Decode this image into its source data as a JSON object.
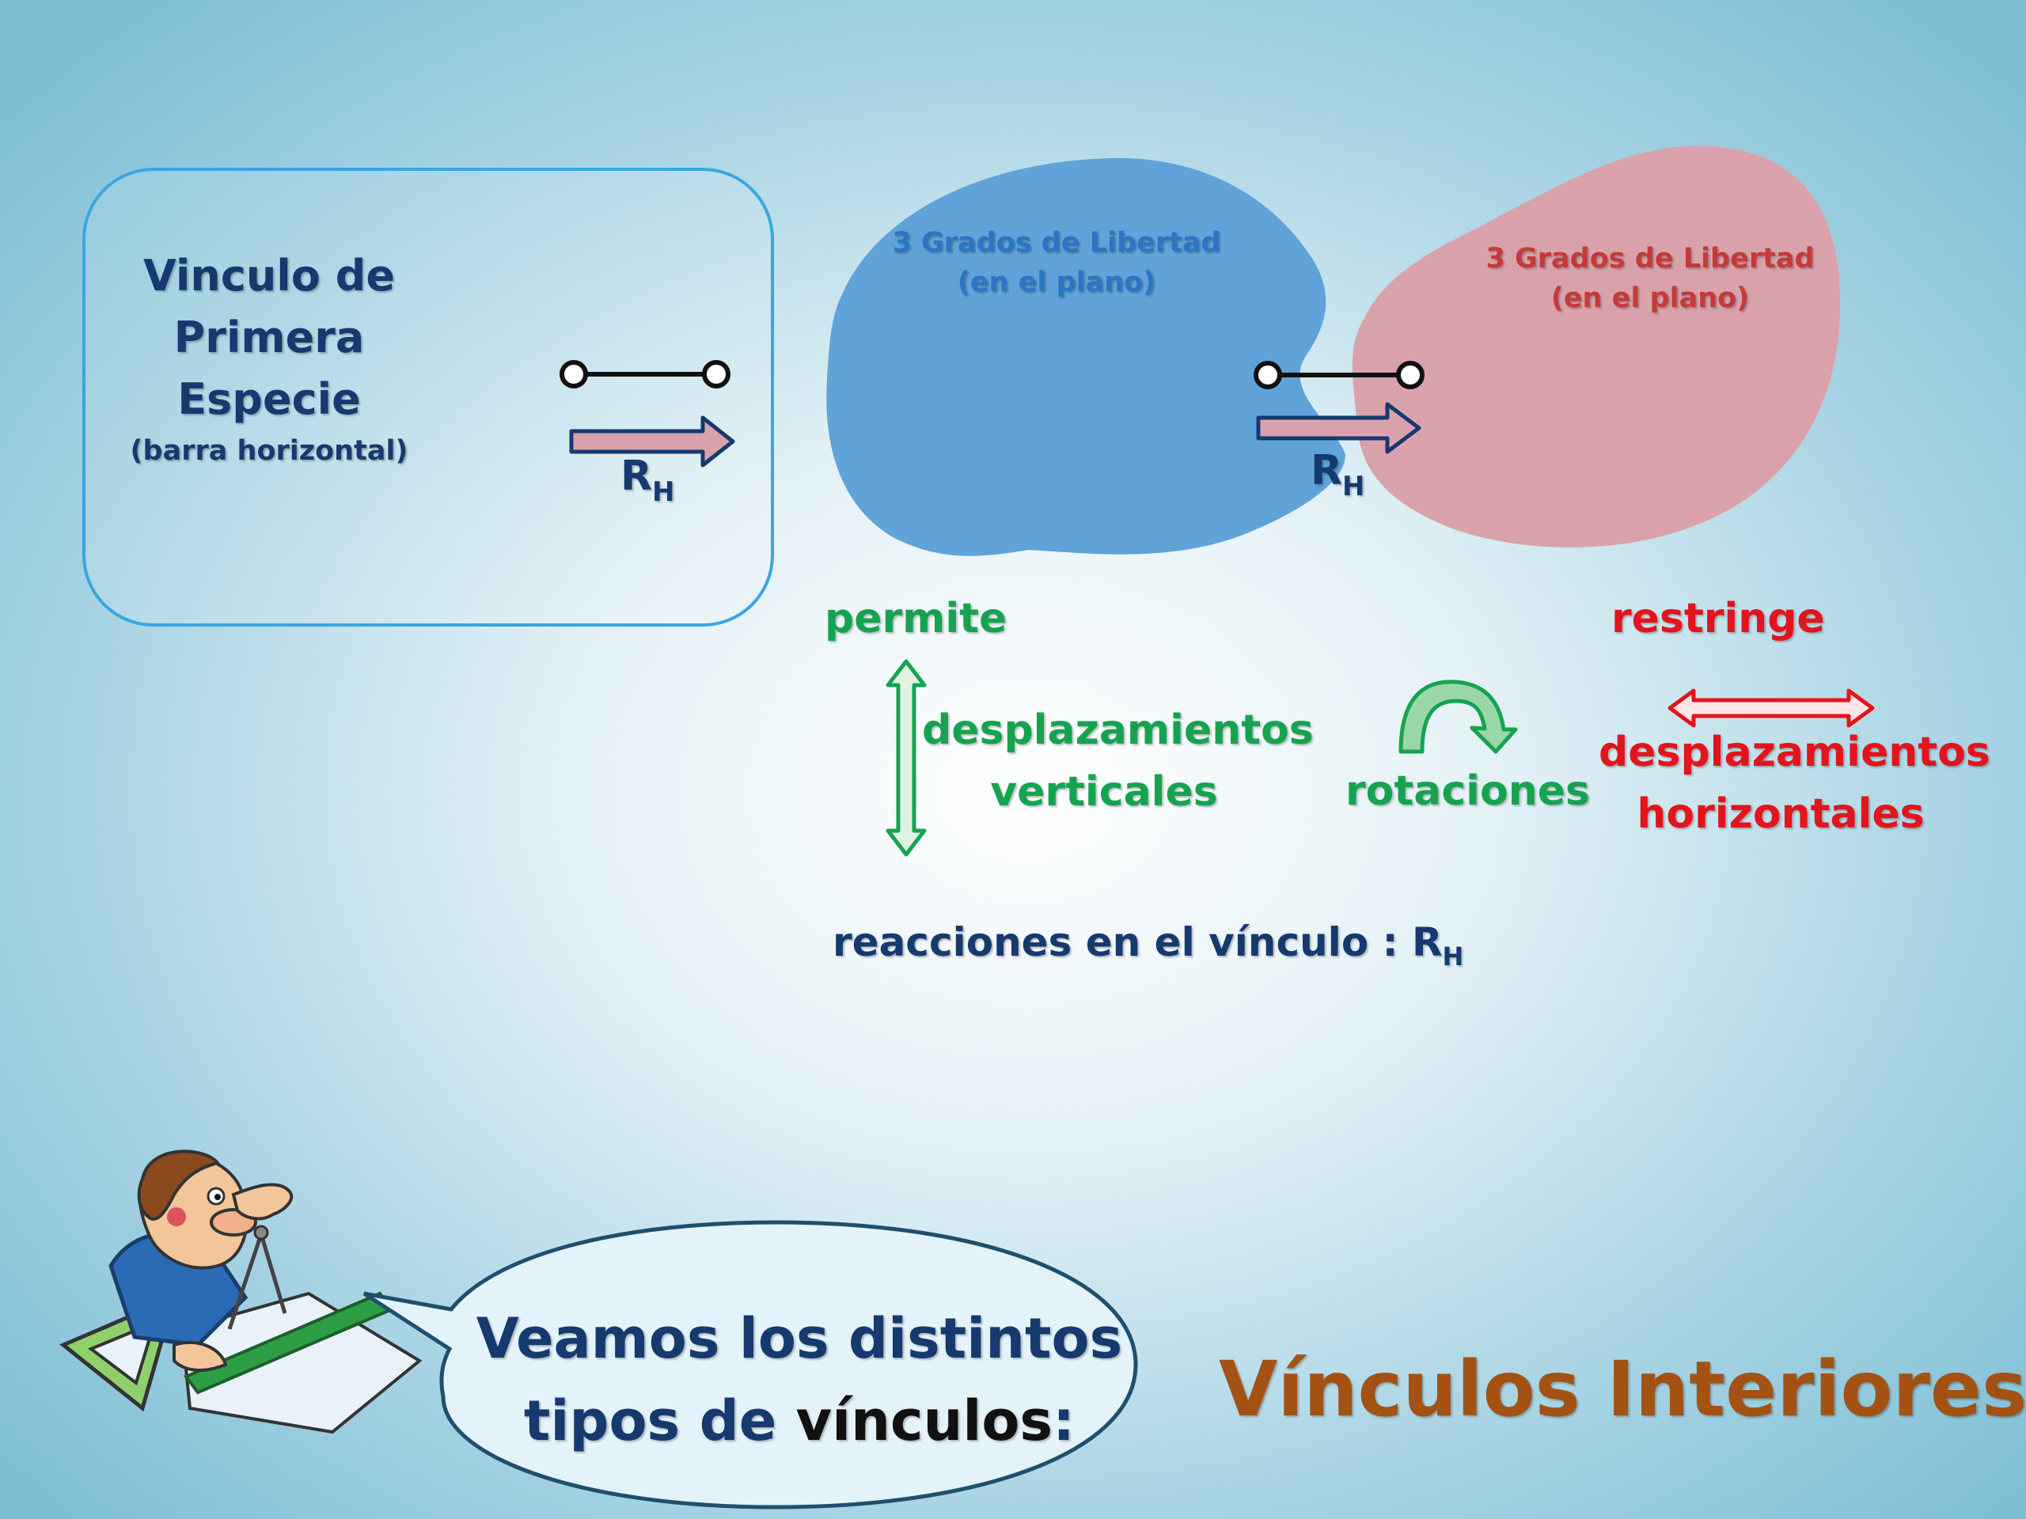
{
  "box": {
    "title_lines": [
      "Vinculo de",
      "Primera",
      "Especie"
    ],
    "subtitle": "(barra horizontal)",
    "rh_main": "R",
    "rh_sub": "H"
  },
  "blob_left": {
    "label_line1": "3 Grados de Libertad",
    "label_line2": "(en el plano)"
  },
  "blob_right": {
    "label_line1": "3 Grados de Libertad",
    "label_line2": "(en el plano)"
  },
  "connection": {
    "rh_main": "R",
    "rh_sub": "H"
  },
  "permite": {
    "label": "permite",
    "item1_line1": "desplazamientos",
    "item1_line2": "verticales",
    "item2": "rotaciones"
  },
  "restringe": {
    "label": "restringe",
    "item_line1": "desplazamientos",
    "item_line2": "horizontales"
  },
  "reactions": {
    "text": "reacciones en el vínculo : R",
    "sub": "H"
  },
  "speech": {
    "line1": "Veamos los distintos",
    "line2_prefix": "tipos de ",
    "line2_bold": "vínculos",
    "line2_suffix": ":"
  },
  "main_title": "Vínculos Interiores:",
  "colors": {
    "navy": "#16396f",
    "green": "#16a350",
    "red": "#e3141c",
    "brown": "#a35213",
    "blob_blue": "#5fa3d8",
    "blob_pink": "#d9a2ab",
    "box_border": "#3aa6e0"
  }
}
